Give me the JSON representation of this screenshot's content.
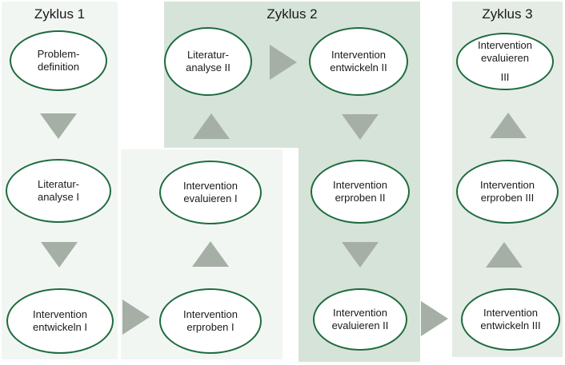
{
  "diagram": {
    "cycles": [
      {
        "id": "zyklus-1",
        "title": "Zyklus 1"
      },
      {
        "id": "zyklus-2",
        "title": "Zyklus 2"
      },
      {
        "id": "zyklus-3",
        "title": "Zyklus 3"
      }
    ],
    "nodes": {
      "problemdefinition": {
        "line1": "Problem-",
        "line2": "definition"
      },
      "literaturanalyse_1": {
        "line1": "Literatur-",
        "line2": "analyse I"
      },
      "entwickeln_1": {
        "line1": "Intervention",
        "line2": "entwickeln I"
      },
      "evaluieren_1": {
        "line1": "Intervention",
        "line2": "evaluieren I"
      },
      "erproben_1": {
        "line1": "Intervention",
        "line2": "erproben I"
      },
      "literaturanalyse_2": {
        "line1": "Literatur-",
        "line2": "analyse II"
      },
      "entwickeln_2": {
        "line1": "Intervention",
        "line2": "entwickeln II"
      },
      "erproben_2": {
        "line1": "Intervention",
        "line2": "erproben II"
      },
      "evaluieren_2": {
        "line1": "Intervention",
        "line2": "evaluieren II"
      },
      "evaluieren_3": {
        "line1": "Intervention",
        "line2": "evaluieren",
        "line3": "III"
      },
      "erproben_3": {
        "line1": "Intervention",
        "line2": "erproben III"
      },
      "entwickeln_3": {
        "line1": "Intervention",
        "line2": "entwickeln III"
      }
    },
    "arrows": [
      {
        "icon": "triangle-down-icon",
        "from": "Problemdefinition",
        "to": "Literaturanalyse I"
      },
      {
        "icon": "triangle-down-icon",
        "from": "Literaturanalyse I",
        "to": "Intervention entwickeln I"
      },
      {
        "icon": "triangle-right-icon",
        "from": "Intervention entwickeln I",
        "to": "Intervention erproben I"
      },
      {
        "icon": "triangle-up-icon",
        "from": "Intervention erproben I",
        "to": "Intervention evaluieren I"
      },
      {
        "icon": "triangle-up-icon",
        "from": "Intervention evaluieren I",
        "to": "Literaturanalyse II"
      },
      {
        "icon": "triangle-right-icon",
        "from": "Literaturanalyse II",
        "to": "Intervention entwickeln II"
      },
      {
        "icon": "triangle-down-icon",
        "from": "Intervention entwickeln II",
        "to": "Intervention erproben II"
      },
      {
        "icon": "triangle-down-icon",
        "from": "Intervention erproben II",
        "to": "Intervention evaluieren II"
      },
      {
        "icon": "triangle-right-icon",
        "from": "Intervention evaluieren II",
        "to": "Intervention entwickeln III"
      },
      {
        "icon": "triangle-up-icon",
        "from": "Intervention entwickeln III",
        "to": "Intervention erproben III"
      },
      {
        "icon": "triangle-up-icon",
        "from": "Intervention erproben III",
        "to": "Intervention evaluieren III"
      }
    ],
    "colors": {
      "cycle1_panel": "#f2f6f3",
      "cycle2_panel": "#d6e3d8",
      "cycle3_panel": "#e4ece5",
      "node_border": "#1e6b3e",
      "arrow": "#a5afa6",
      "text": "#1a1a1a"
    }
  }
}
